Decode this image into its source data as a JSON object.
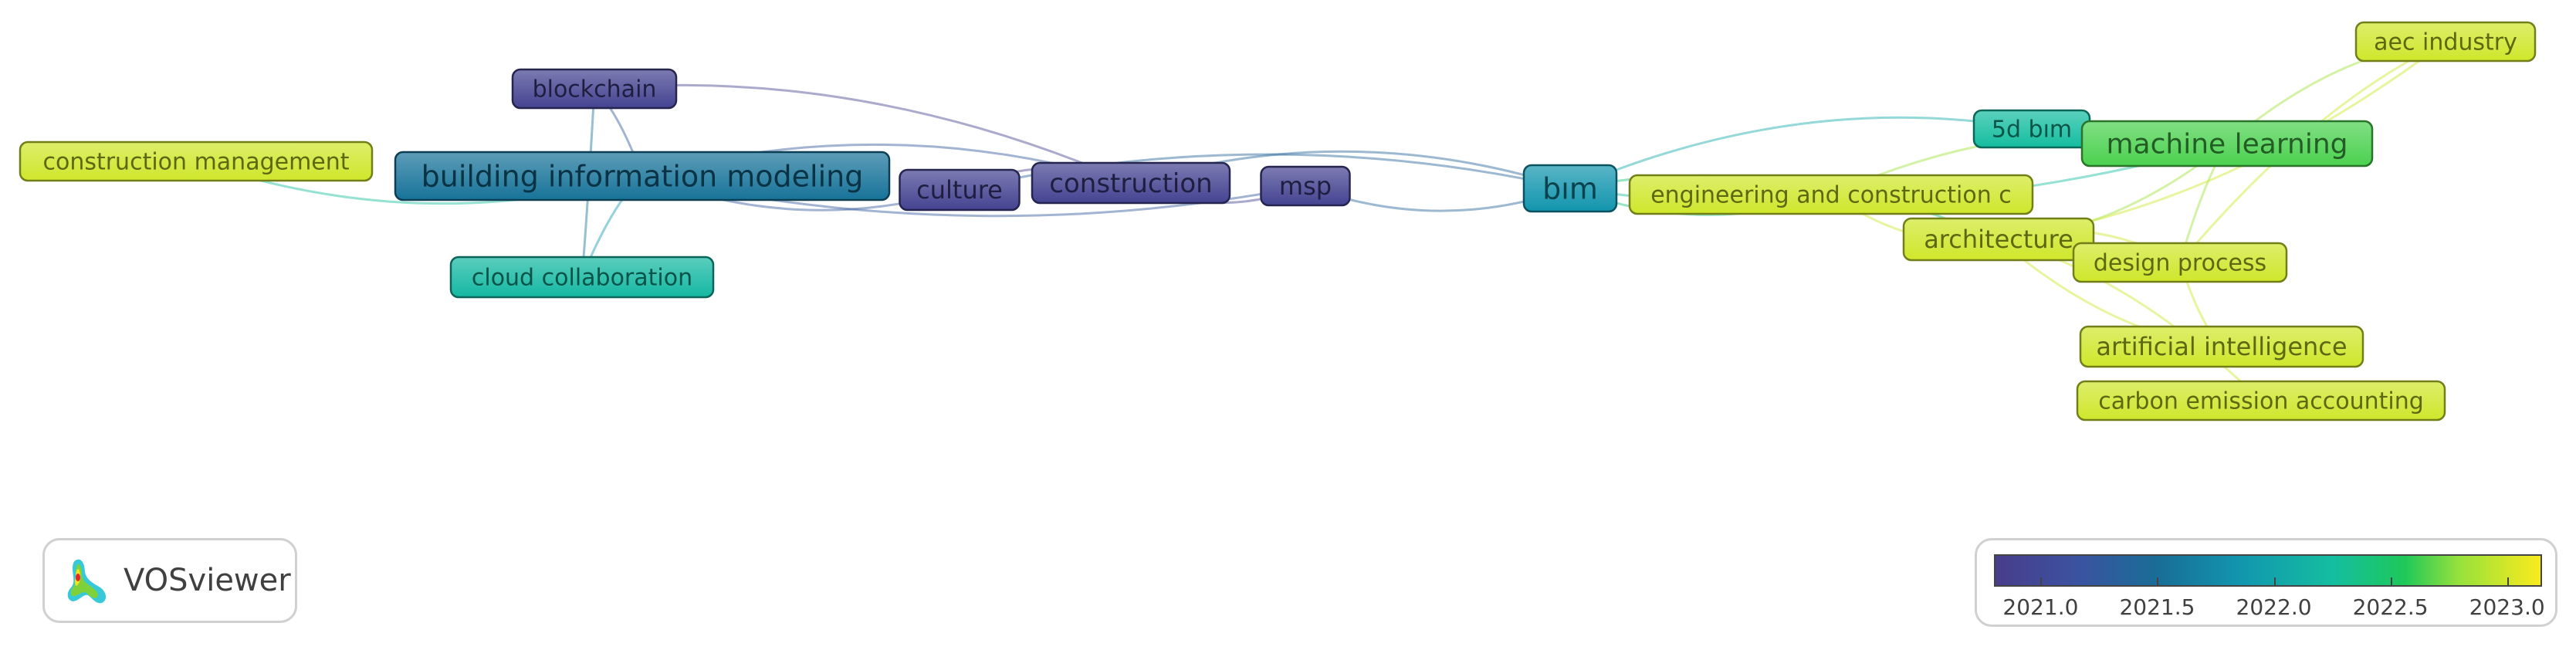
{
  "app": {
    "logo_text": "VOSviewer"
  },
  "legend": {
    "ticks": [
      "2021.0",
      "2021.5",
      "2022.0",
      "2022.5",
      "2023.0"
    ],
    "range": [
      2020.8,
      2023.15
    ]
  },
  "nodes": [
    {
      "id": "building-information-modeling",
      "label": "building information modeling",
      "year": 2021.55
    },
    {
      "id": "blockchain",
      "label": "blockchain",
      "year": 2020.9
    },
    {
      "id": "construction-management",
      "label": "construction management",
      "year": 2023.0
    },
    {
      "id": "cloud-collaboration",
      "label": "cloud collaboration",
      "year": 2022.2
    },
    {
      "id": "culture",
      "label": "culture",
      "year": 2020.9
    },
    {
      "id": "construction",
      "label": "construction",
      "year": 2020.9
    },
    {
      "id": "msp",
      "label": "msp",
      "year": 2020.9
    },
    {
      "id": "bim",
      "label": "bım",
      "year": 2021.85
    },
    {
      "id": "engineering-and-construction",
      "label": "engineering and construction c",
      "year": 2023.0
    },
    {
      "id": "5d-bim",
      "label": "5d bım",
      "year": 2022.25
    },
    {
      "id": "machine-learning",
      "label": "machine learning",
      "year": 2022.65
    },
    {
      "id": "aec-industry",
      "label": "aec industry",
      "year": 2023.0
    },
    {
      "id": "architecture",
      "label": "architecture",
      "year": 2023.0
    },
    {
      "id": "design-process",
      "label": "design process",
      "year": 2023.0
    },
    {
      "id": "artificial-intelligence",
      "label": "artificial intelligence",
      "year": 2023.0
    },
    {
      "id": "carbon-emission-accounting",
      "label": "carbon emission accounting",
      "year": 2023.0
    }
  ],
  "links": [
    [
      "building-information-modeling",
      "blockchain"
    ],
    [
      "building-information-modeling",
      "construction-management"
    ],
    [
      "building-information-modeling",
      "cloud-collaboration"
    ],
    [
      "building-information-modeling",
      "culture"
    ],
    [
      "building-information-modeling",
      "construction"
    ],
    [
      "building-information-modeling",
      "msp"
    ],
    [
      "blockchain",
      "construction"
    ],
    [
      "blockchain",
      "cloud-collaboration"
    ],
    [
      "culture",
      "construction"
    ],
    [
      "construction",
      "msp"
    ],
    [
      "construction",
      "bim"
    ],
    [
      "msp",
      "bim"
    ],
    [
      "culture",
      "bim"
    ],
    [
      "bim",
      "engineering-and-construction"
    ],
    [
      "bim",
      "5d-bim"
    ],
    [
      "bim",
      "machine-learning"
    ],
    [
      "bim",
      "architecture"
    ],
    [
      "5d-bim",
      "machine-learning"
    ],
    [
      "machine-learning",
      "aec-industry"
    ],
    [
      "machine-learning",
      "architecture"
    ],
    [
      "machine-learning",
      "design-process"
    ],
    [
      "architecture",
      "aec-industry"
    ],
    [
      "architecture",
      "design-process"
    ],
    [
      "architecture",
      "artificial-intelligence"
    ],
    [
      "architecture",
      "carbon-emission-accounting"
    ],
    [
      "design-process",
      "artificial-intelligence"
    ],
    [
      "design-process",
      "aec-industry"
    ],
    [
      "engineering-and-construction",
      "architecture"
    ],
    [
      "engineering-and-construction",
      "machine-learning"
    ]
  ]
}
